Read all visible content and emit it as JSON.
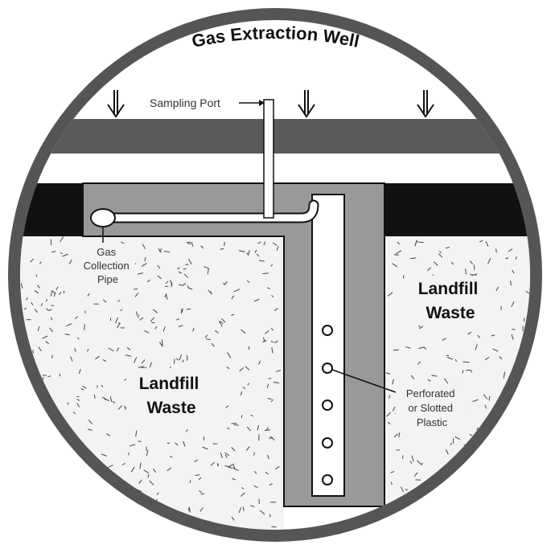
{
  "title": "Gas Extraction Well",
  "labels": {
    "sampling_port": "Sampling Port",
    "gas_collection_pipe": [
      "Gas",
      "Collection",
      "Pipe"
    ],
    "waste_left": [
      "Landfill",
      "Waste"
    ],
    "waste_right": [
      "Landfill",
      "Waste"
    ],
    "perforated": [
      "Perforated",
      "or Slotted",
      "Plastic"
    ]
  },
  "colors": {
    "outer_ring": "#555555",
    "cover_band": "#5a5a5a",
    "dark_layer": "#111111",
    "gravel": "#999999",
    "waste_fill": "#f3f3f3",
    "pipe": "#ffffff"
  },
  "icons": {
    "surface_arrows": "down-arrow-icon",
    "perforations": "hole-icon"
  }
}
